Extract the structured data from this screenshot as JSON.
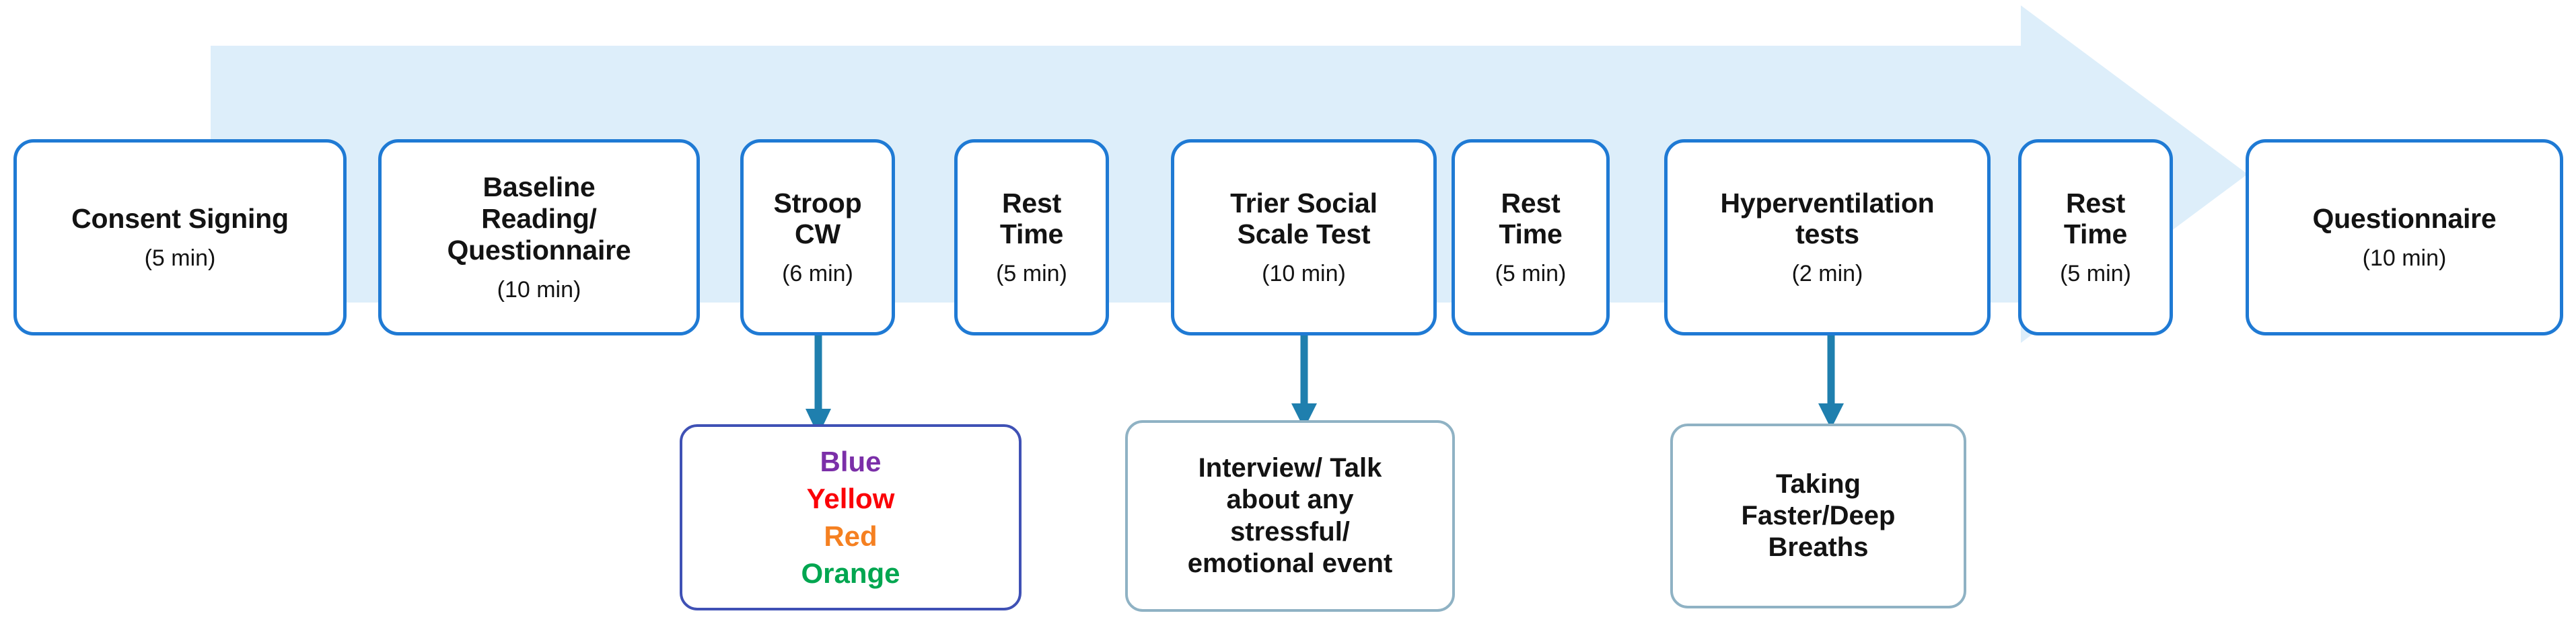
{
  "banner": {
    "shape": "right-arrow-banner",
    "fill": "#ddeefa"
  },
  "timeline": {
    "stages": [
      {
        "title": "Consent Signing",
        "duration": "(5 min)",
        "multiline": false
      },
      {
        "title": "Baseline\nReading/\nQuestionnaire",
        "duration": "(10 min)",
        "multiline": true
      },
      {
        "title": "Stroop\nCW",
        "duration": "(6 min)",
        "multiline": true
      },
      {
        "title": "Rest\nTime",
        "duration": "(5 min)",
        "multiline": true
      },
      {
        "title": "Trier Social\nScale Test",
        "duration": "(10 min)",
        "multiline": true
      },
      {
        "title": "Rest\nTime",
        "duration": "(5 min)",
        "multiline": true
      },
      {
        "title": "Hyperventilation\ntests",
        "duration": "(2 min)",
        "multiline": true
      },
      {
        "title": "Rest\nTime",
        "duration": "(5 min)",
        "multiline": true
      },
      {
        "title": "Questionnaire",
        "duration": "(10 min)",
        "multiline": false
      }
    ]
  },
  "details": {
    "stroop": {
      "parent_stage": "Stroop CW",
      "words": [
        {
          "text": "Blue",
          "color": "#7b2fa8"
        },
        {
          "text": "Yellow",
          "color": "#fb0007"
        },
        {
          "text": "Red",
          "color": "#f58021"
        },
        {
          "text": "Orange",
          "color": "#00a650"
        }
      ]
    },
    "trier": {
      "parent_stage": "Trier Social Scale Test",
      "lines": [
        "Interview/ Talk",
        "about any",
        "stressful/",
        "emotional event"
      ]
    },
    "hyperventilation": {
      "parent_stage": "Hyperventilation tests",
      "lines": [
        "Taking",
        "Faster/Deep",
        "Breaths"
      ]
    }
  },
  "colors": {
    "stage_border": "#1f7ad4",
    "banner_fill": "#ddeefa",
    "connector_arrow": "#1f7fae",
    "stroop_box_border": "#3f51b5",
    "detail_box_border": "#8fb2c4",
    "text": "#131313"
  }
}
